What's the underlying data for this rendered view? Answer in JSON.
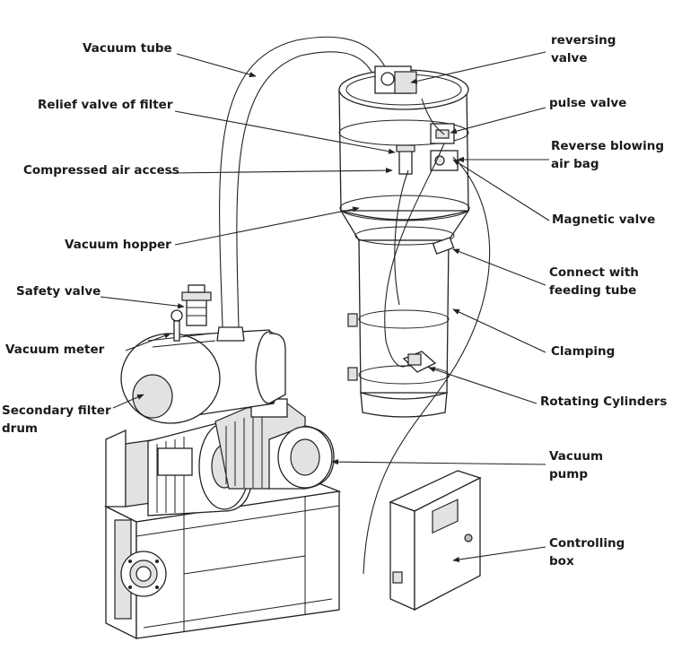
{
  "labels": {
    "vacuum_tube": "Vacuum tube",
    "relief_valve": "Relief valve of filter",
    "compressed_air": "Compressed air access",
    "vacuum_hopper": "Vacuum hopper",
    "safety_valve": "Safety valve",
    "vacuum_meter": "Vacuum meter",
    "secondary_filter": "Secondary filter\ndrum",
    "reversing_valve": "reversing\nvalve",
    "pulse_valve": "pulse valve",
    "reverse_blowing": "Reverse blowing\nair bag",
    "magnetic_valve": "Magnetic valve",
    "connect_feeding": "Connect with\nfeeding tube",
    "clamping": "Clamping",
    "rotating_cylinders": "Rotating Cylinders",
    "vacuum_pump": "Vacuum\npump",
    "controlling_box": "Controlling\nbox"
  },
  "colors": {
    "line": "#222222",
    "fill_light": "#e2e2e2",
    "fill_mid": "#bfbfbf",
    "text": "#1a1a1a"
  }
}
